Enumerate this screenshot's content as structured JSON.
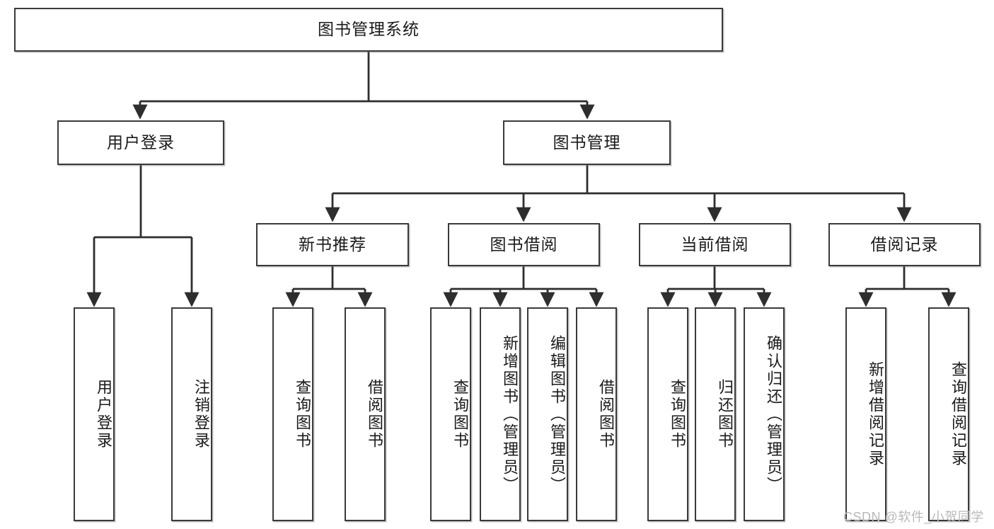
{
  "diagram": {
    "type": "tree-hierarchy-chart",
    "title": "图书管理系统",
    "root": {
      "id": "root",
      "label": "图书管理系统"
    },
    "level2": [
      {
        "id": "user-login",
        "label": "用户登录"
      },
      {
        "id": "book-manage",
        "label": "图书管理"
      }
    ],
    "level3": [
      {
        "id": "new-book-recommend",
        "label": "新书推荐",
        "parent": "book-manage"
      },
      {
        "id": "book-borrow",
        "label": "图书借阅",
        "parent": "book-manage"
      },
      {
        "id": "current-borrow",
        "label": "当前借阅",
        "parent": "book-manage"
      },
      {
        "id": "borrow-record",
        "label": "借阅记录",
        "parent": "book-manage"
      }
    ],
    "leaves": {
      "user-login": [
        {
          "id": "leaf-user-login",
          "label": "用户登录"
        },
        {
          "id": "leaf-logout",
          "label": "注销登录"
        }
      ],
      "new-book-recommend": [
        {
          "id": "leaf-query-book-1",
          "label": "查询图书"
        },
        {
          "id": "leaf-borrow-book-1",
          "label": "借阅图书"
        }
      ],
      "book-borrow": [
        {
          "id": "leaf-query-book-2",
          "label": "查询图书"
        },
        {
          "id": "leaf-add-book",
          "label": "新增图书（管理员）"
        },
        {
          "id": "leaf-edit-book",
          "label": "编辑图书（管理员）"
        },
        {
          "id": "leaf-borrow-book-2",
          "label": "借阅图书"
        }
      ],
      "current-borrow": [
        {
          "id": "leaf-query-book-3",
          "label": "查询图书"
        },
        {
          "id": "leaf-return-book",
          "label": "归还图书"
        },
        {
          "id": "leaf-confirm-return",
          "label": "确认归还（管理员）"
        }
      ],
      "borrow-record": [
        {
          "id": "leaf-add-record",
          "label": "新增借阅记录"
        },
        {
          "id": "leaf-query-record",
          "label": "查询借阅记录"
        }
      ]
    },
    "colors": {
      "stroke": "#3a3a3a",
      "fill": "#ffffff",
      "text": "#1a1a1a",
      "watermark": "#b9b9b9"
    }
  },
  "watermark": {
    "text": "CSDN @软件_小贺同学"
  }
}
